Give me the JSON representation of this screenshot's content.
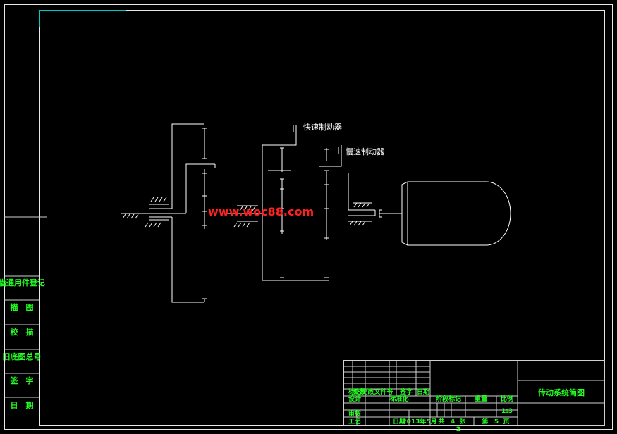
{
  "labels": {
    "fast_brake": "快速制动器",
    "slow_brake": "慢速制动器",
    "watermark": "www.woc88.com"
  },
  "side_table": [
    "借通用件登记",
    "描　图",
    "校　描",
    "旧底图总号",
    "签　字",
    "日　期"
  ],
  "title_block": {
    "drawing_title": "传动系统简图",
    "col_headers": [
      "标记",
      "处数",
      "更改文件号",
      "签字",
      "日期"
    ],
    "designer": "设计",
    "standardization": "标准化",
    "checker": "审核",
    "process": "工艺",
    "approval": "日期",
    "date": "2013年5月",
    "stage_mark": "阶段标记",
    "weight": "重量",
    "scale": "比例",
    "scale_value": "1:3",
    "total_sheets": "共",
    "total_count": "4",
    "sheet_word": "张",
    "sheet_no_word": "第",
    "sheet_no": "5",
    "page_word": "页",
    "footer_num": "2"
  }
}
